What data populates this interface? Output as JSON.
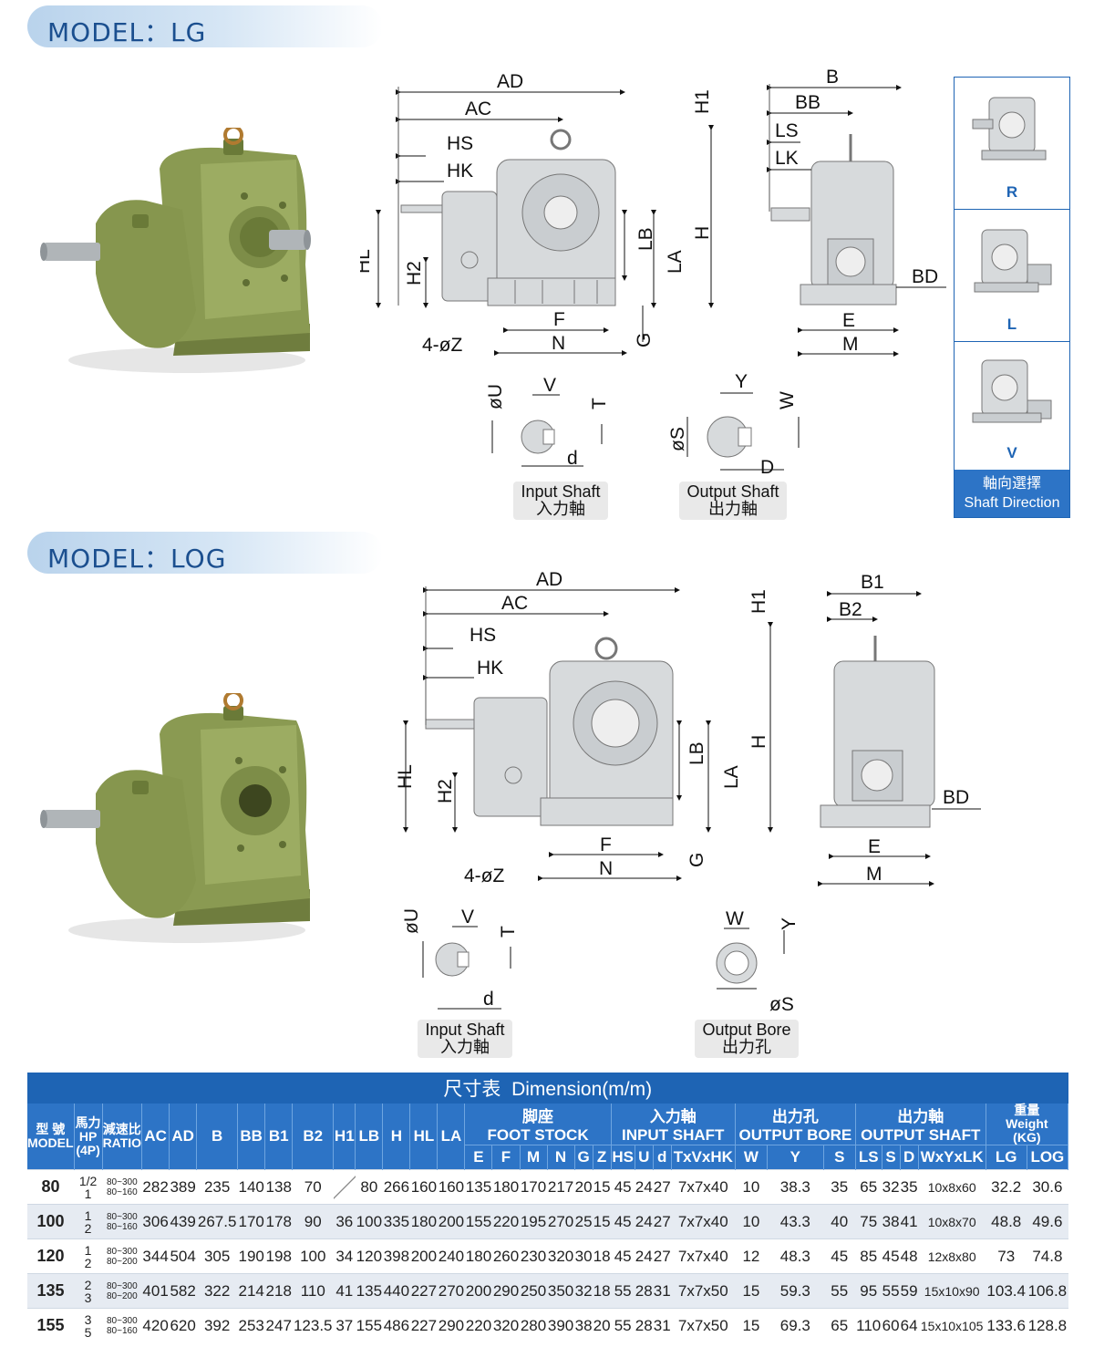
{
  "lg": {
    "model_title": "MODEL：LG",
    "dims": {
      "AD": "AD",
      "AC": "AC",
      "HS": "HS",
      "HK": "HK",
      "H1": "H1",
      "HL": "HL",
      "H2": "H2",
      "LB": "LB",
      "LA": "LA",
      "H": "H",
      "F": "F",
      "N": "N",
      "G": "G",
      "Z": "4-øZ",
      "B": "B",
      "BB": "BB",
      "LS": "LS",
      "LK": "LK",
      "BD": "BD",
      "E": "E",
      "M": "M",
      "U": "øU",
      "V": "V",
      "T": "T",
      "d": "d",
      "S": "øS",
      "Y": "Y",
      "W": "W",
      "D": "D"
    },
    "input_caption": [
      "Input Shaft",
      "入力軸"
    ],
    "output_caption": [
      "Output Shaft",
      "出力軸"
    ]
  },
  "log": {
    "model_title": "MODEL：LOG",
    "dims": {
      "AD": "AD",
      "AC": "AC",
      "HS": "HS",
      "HK": "HK",
      "H1": "H1",
      "HL": "HL",
      "H2": "H2",
      "LB": "LB",
      "LA": "LA",
      "H": "H",
      "F": "F",
      "N": "N",
      "G": "G",
      "Z": "4-øZ",
      "B1": "B1",
      "B2": "B2",
      "BD": "BD",
      "E": "E",
      "M": "M",
      "U": "øU",
      "V": "V",
      "T": "T",
      "d": "d",
      "W": "W",
      "Y": "Y",
      "S": "øS"
    },
    "input_caption": [
      "Input Shaft",
      "入力軸"
    ],
    "output_caption": [
      "Output Bore",
      "出力孔"
    ]
  },
  "shaft_direction": {
    "options": [
      "R",
      "L",
      "V"
    ],
    "caption_cn": "軸向選擇",
    "caption_en": "Shaft Direction"
  },
  "table": {
    "title_cn": "尺寸表",
    "title_en": "Dimension(m/m)",
    "head": {
      "model_cn": "型 號",
      "model_en": "MODEL",
      "hp_cn": "馬力",
      "hp_en": "HP",
      "hp_sub": "(4P)",
      "ratio_cn": "減速比",
      "ratio_en": "RATIO",
      "simple": [
        "AC",
        "AD",
        "B",
        "BB",
        "B1",
        "B2",
        "H1",
        "LB",
        "H",
        "HL",
        "LA"
      ],
      "foot_cn": "脚座",
      "foot_en": "FOOT STOCK",
      "input_cn": "入力軸",
      "input_en": "INPUT SHAFT",
      "bore_cn": "出力孔",
      "bore_en": "OUTPUT BORE",
      "outshaft_cn": "出力軸",
      "outshaft_en": "OUTPUT SHAFT",
      "weight_cn": "重量",
      "weight_en": "Weight",
      "weight_unit": "(KG)",
      "sub": [
        "E",
        "F",
        "M",
        "N",
        "G",
        "Z",
        "HS",
        "U",
        "d",
        "TxVxHK",
        "W",
        "Y",
        "S",
        "LS",
        "S",
        "D",
        "WxYxLK",
        "LG",
        "LOG"
      ]
    },
    "rows": [
      {
        "model": "80",
        "hp": [
          "1/2",
          "1"
        ],
        "ratio": [
          "80~300",
          "80~160"
        ],
        "vals": [
          "282",
          "389",
          "235",
          "140",
          "138",
          "70",
          "",
          "80",
          "266",
          "160",
          "160",
          "135",
          "180",
          "170",
          "217",
          "20",
          "15",
          "45",
          "24",
          "27",
          "7x7x40",
          "10",
          "38.3",
          "35",
          "65",
          "32",
          "35",
          "10x8x60",
          "32.2",
          "30.6"
        ]
      },
      {
        "model": "100",
        "hp": [
          "1",
          "2"
        ],
        "ratio": [
          "80~300",
          "80~160"
        ],
        "vals": [
          "306",
          "439",
          "267.5",
          "170",
          "178",
          "90",
          "36",
          "100",
          "335",
          "180",
          "200",
          "155",
          "220",
          "195",
          "270",
          "25",
          "15",
          "45",
          "24",
          "27",
          "7x7x40",
          "10",
          "43.3",
          "40",
          "75",
          "38",
          "41",
          "10x8x70",
          "48.8",
          "49.6"
        ]
      },
      {
        "model": "120",
        "hp": [
          "1",
          "2"
        ],
        "ratio": [
          "80~300",
          "80~200"
        ],
        "vals": [
          "344",
          "504",
          "305",
          "190",
          "198",
          "100",
          "34",
          "120",
          "398",
          "200",
          "240",
          "180",
          "260",
          "230",
          "320",
          "30",
          "18",
          "45",
          "24",
          "27",
          "7x7x40",
          "12",
          "48.3",
          "45",
          "85",
          "45",
          "48",
          "12x8x80",
          "73",
          "74.8"
        ]
      },
      {
        "model": "135",
        "hp": [
          "2",
          "3"
        ],
        "ratio": [
          "80~300",
          "80~200"
        ],
        "vals": [
          "401",
          "582",
          "322",
          "214",
          "218",
          "110",
          "41",
          "135",
          "440",
          "227",
          "270",
          "200",
          "290",
          "250",
          "350",
          "32",
          "18",
          "55",
          "28",
          "31",
          "7x7x50",
          "15",
          "59.3",
          "55",
          "95",
          "55",
          "59",
          "15x10x90",
          "103.4",
          "106.8"
        ]
      },
      {
        "model": "155",
        "hp": [
          "3",
          "5"
        ],
        "ratio": [
          "80~300",
          "80~160"
        ],
        "vals": [
          "420",
          "620",
          "392",
          "253",
          "247",
          "123.5",
          "37",
          "155",
          "486",
          "227",
          "290",
          "220",
          "320",
          "280",
          "390",
          "38",
          "20",
          "55",
          "28",
          "31",
          "7x7x50",
          "15",
          "69.3",
          "65",
          "110",
          "60",
          "64",
          "15x10x105",
          "133.6",
          "128.8"
        ]
      }
    ]
  },
  "colors": {
    "body_green": "#8a9a52",
    "body_dark": "#5f6e34",
    "accent_blue": "#1e64b4",
    "drawing_gray": "#d7dadc"
  }
}
